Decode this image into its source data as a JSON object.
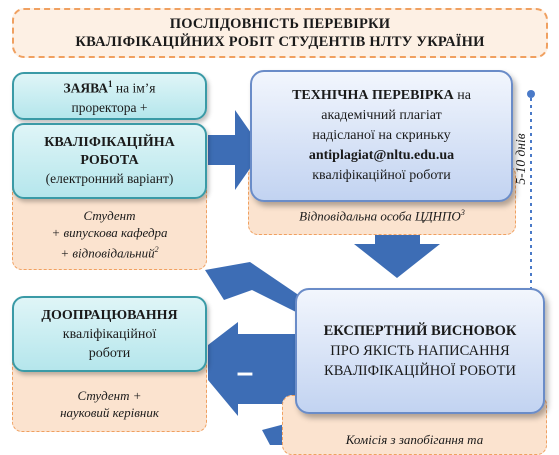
{
  "title": {
    "line1": "ПОСЛІДОВНІСТЬ ПЕРЕВІРКИ",
    "line2": "КВАЛІФІКАЦІЙНИХ РОБІТ СТУДЕНТІВ НЛТУ УКРАЇНИ"
  },
  "application": {
    "bold": "ЗАЯВА",
    "sup": "1",
    "rest": " на ім’я",
    "line2": "проректора +"
  },
  "qualification_work": {
    "line1": "КВАЛІФІКАЦІЙНА",
    "line2": "РОБОТА",
    "line3": "(електронний варіант)"
  },
  "student_note": {
    "line1": "Студент",
    "line2": "+ випускова кафедра",
    "line3": "+ відповідальний",
    "sup": "2"
  },
  "technical_check": {
    "bold": "ТЕХНІЧНА ПЕРЕВІРКА",
    "rest": " на",
    "line2": "академічний плагіат",
    "line3": "надісланої на скриньку",
    "email": "antiplagiat@nltu.edu.ua",
    "line5": "кваліфікаційної  роботи"
  },
  "responsible_note": {
    "text": "Відповідальна особа ЦДНПО",
    "sup": "3"
  },
  "days_label": "5-10  днів",
  "revision": {
    "line1": "ДООПРАЦЮВАННЯ",
    "line2": "кваліфікаційної",
    "line3": "роботи"
  },
  "revision_note": {
    "line1": "Студент +",
    "line2": "науковий керівник"
  },
  "minus_sign": "–",
  "expert": {
    "line1": "ЕКСПЕРТНИЙ ВИСНОВОК",
    "line2": "ПРО ЯКІСТЬ НАПИСАННЯ",
    "line3": "КВАЛІФІКАЦІЙНОЇ РОБОТИ"
  },
  "commission_note": {
    "text": "Комісія з запобігання  та"
  },
  "colors": {
    "arrow": "#3d6db5",
    "dashed_border": "#f0a060",
    "dotted_connector": "#4a7ac8"
  }
}
